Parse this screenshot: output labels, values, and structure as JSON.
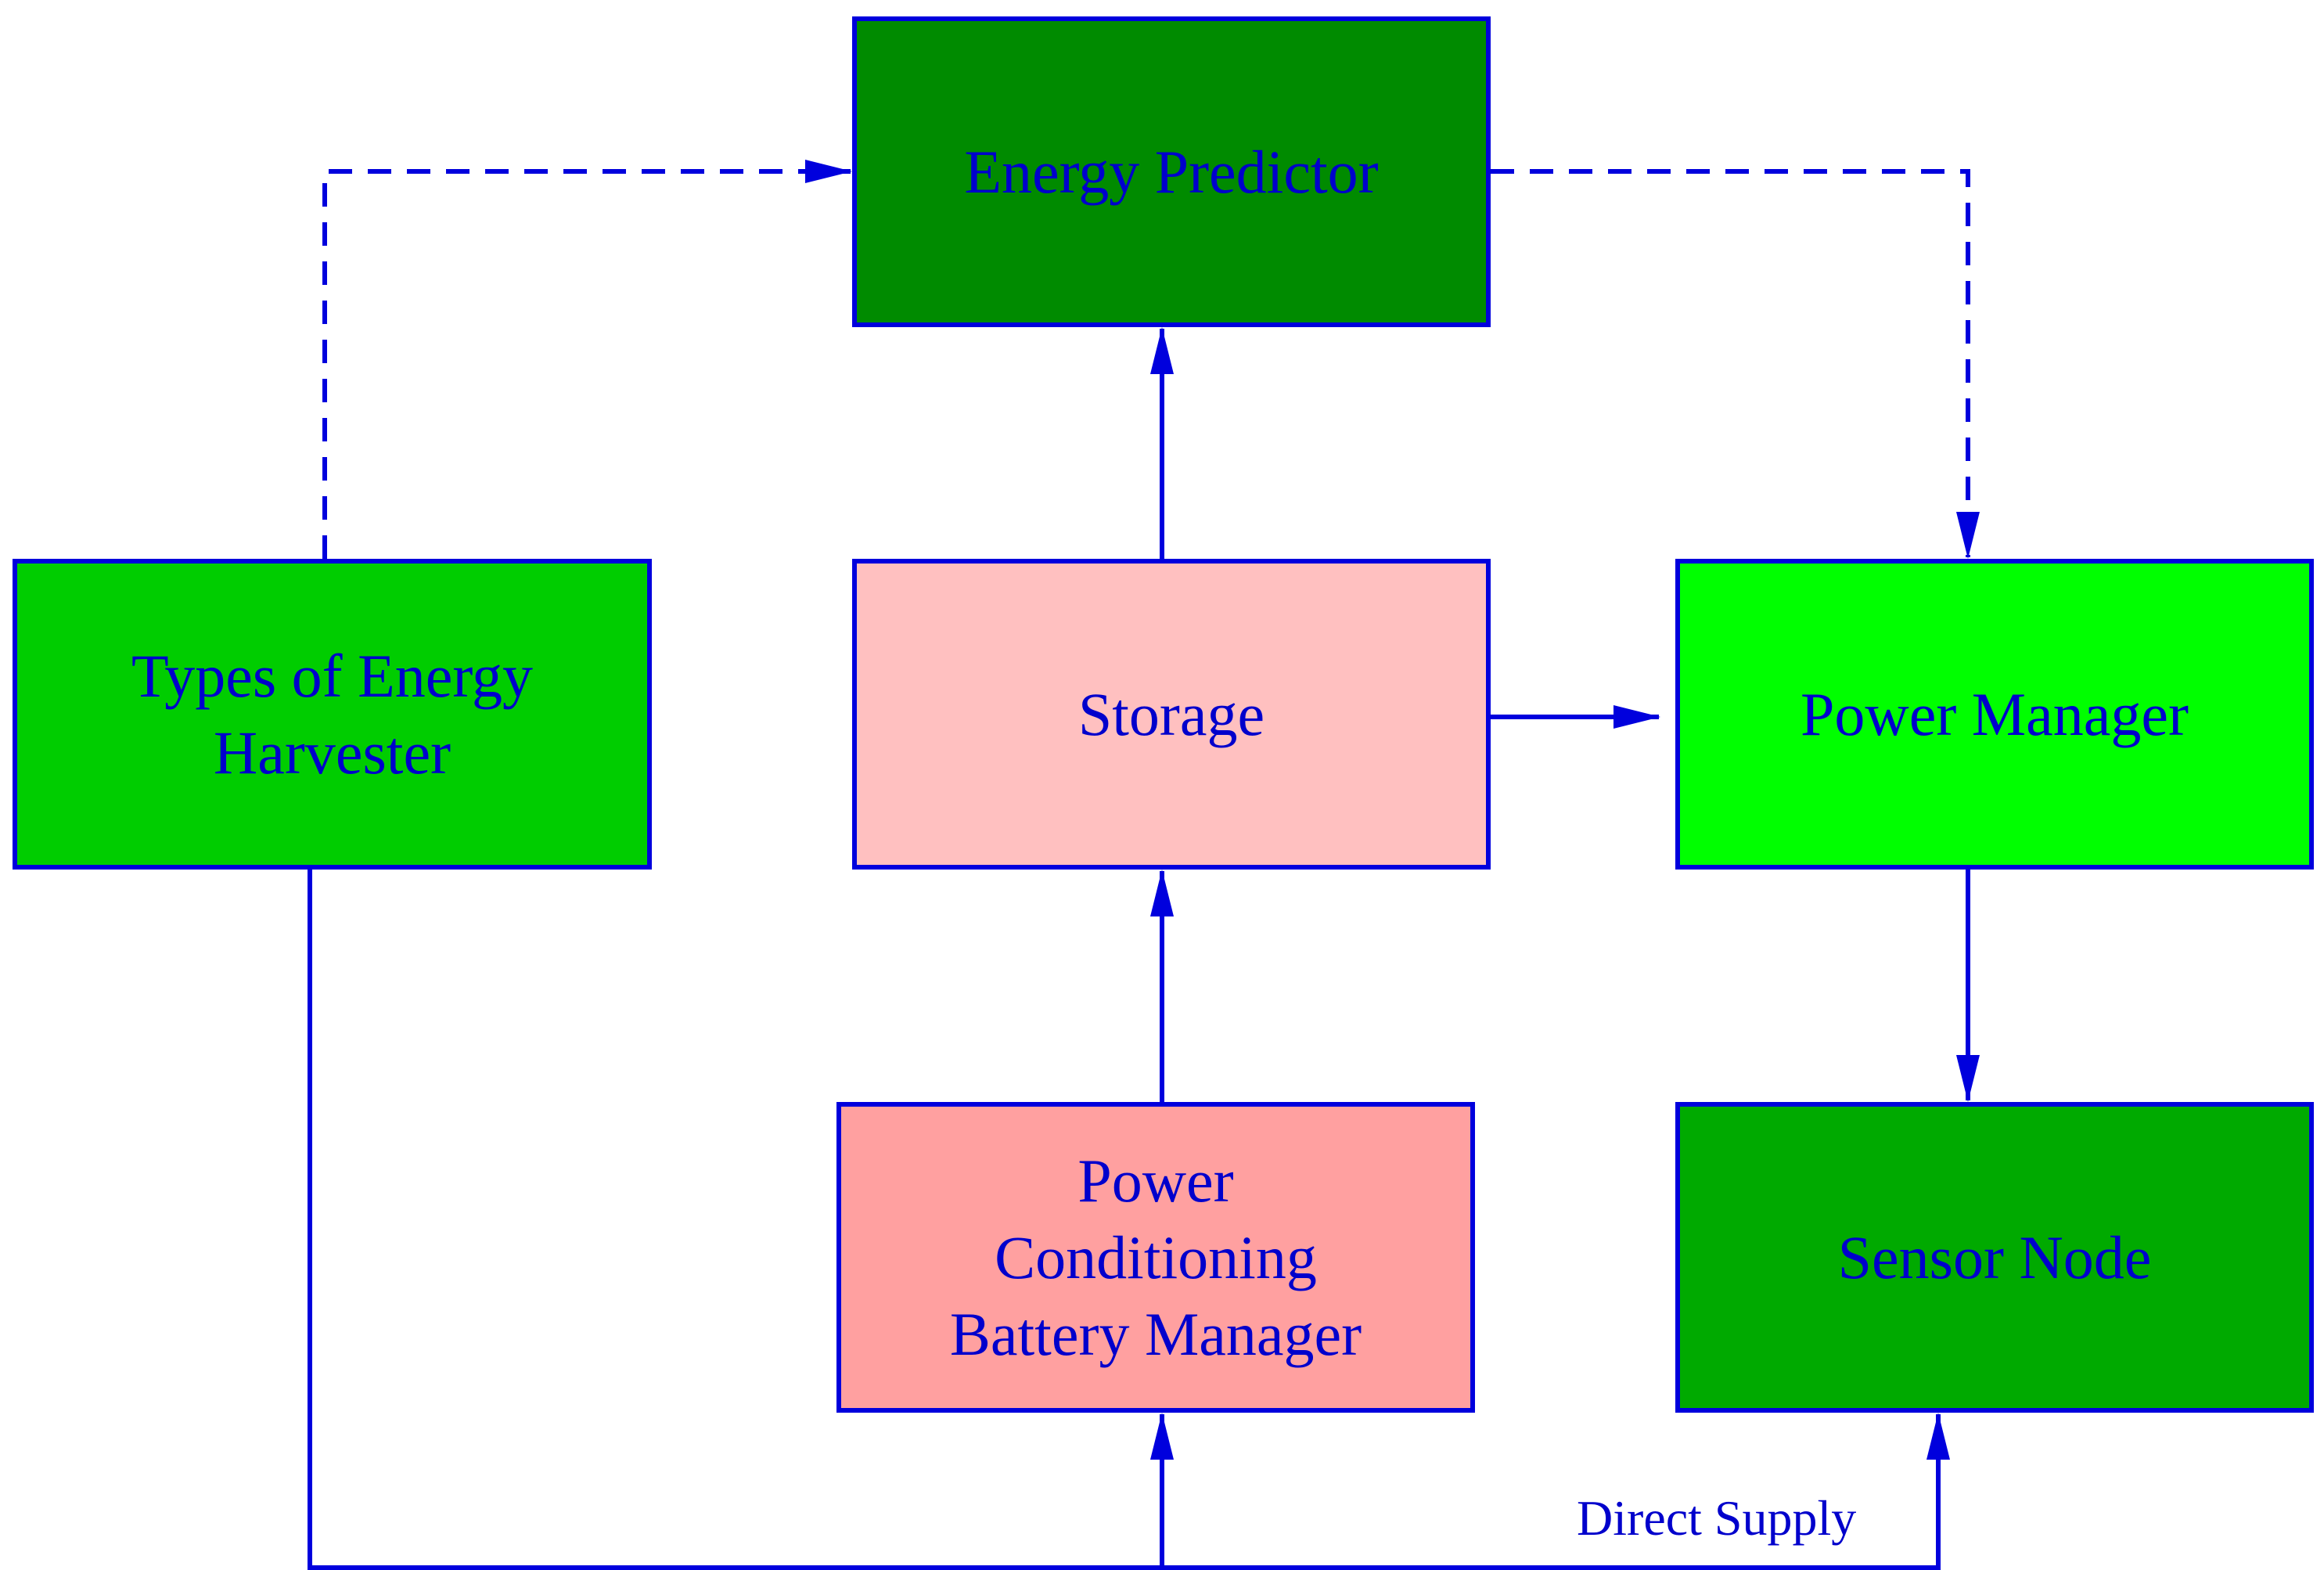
{
  "nodes": {
    "energy_predictor": {
      "label": "Energy Predictor",
      "fill": "#008b00"
    },
    "harvester": {
      "label": "Types of Energy\nHarvester",
      "fill": "#00cd00"
    },
    "storage": {
      "label": "Storage",
      "fill": "#ffc0c0"
    },
    "power_manager": {
      "label": "Power Manager",
      "fill": "#00ff00"
    },
    "power_conditioning": {
      "label": "Power\nConditioning\nBattery Manager",
      "fill": "#ffa0a0"
    },
    "sensor_node": {
      "label": "Sensor Node",
      "fill": "#00aa00"
    }
  },
  "edges": {
    "direct_supply_label": "Direct Supply"
  },
  "colors": {
    "stroke": "#0000dd",
    "text": "#0000cc"
  }
}
